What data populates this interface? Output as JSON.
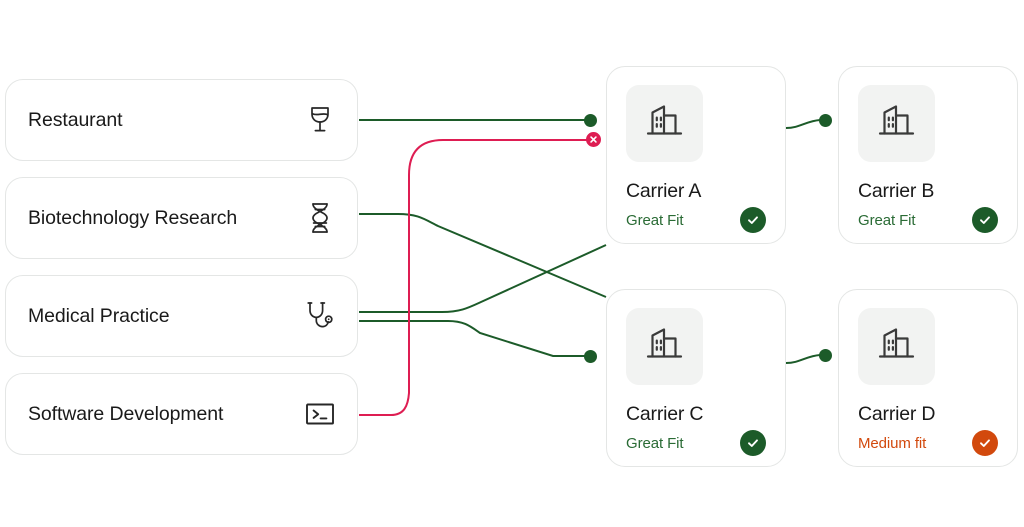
{
  "industries": {
    "items": [
      {
        "id": "restaurant",
        "label": "Restaurant",
        "icon": "wine-glass-icon"
      },
      {
        "id": "biotechnology-research",
        "label": "Biotechnology Research",
        "icon": "dna-icon"
      },
      {
        "id": "medical-practice",
        "label": "Medical Practice",
        "icon": "stethoscope-icon"
      },
      {
        "id": "software-development",
        "label": "Software Development",
        "icon": "terminal-icon"
      }
    ]
  },
  "carriers": {
    "items": [
      {
        "id": "carrier-a",
        "name": "Carrier A",
        "fit_label": "Great Fit",
        "fit_level": "great",
        "icon": "building-icon",
        "badge": "check-icon"
      },
      {
        "id": "carrier-b",
        "name": "Carrier B",
        "fit_label": "Great Fit",
        "fit_level": "great",
        "icon": "building-icon",
        "badge": "check-icon"
      },
      {
        "id": "carrier-c",
        "name": "Carrier C",
        "fit_label": "Great Fit",
        "fit_level": "great",
        "icon": "building-icon",
        "badge": "check-icon"
      },
      {
        "id": "carrier-d",
        "name": "Carrier D",
        "fit_label": "Medium fit",
        "fit_level": "medium",
        "icon": "building-icon",
        "badge": "check-icon"
      }
    ]
  },
  "connections": {
    "match_color": "#1c5b29",
    "reject_color": "#de1d52",
    "links": [
      {
        "id": "restaurant-to-carrier-a",
        "from": "restaurant",
        "to": "carrier-a",
        "state": "match",
        "endpoint": "dot"
      },
      {
        "id": "software-development-to-carrier-a",
        "from": "software-development",
        "to": "carrier-a",
        "state": "reject",
        "endpoint": "x"
      },
      {
        "id": "biotechnology-research-to-carrier-c",
        "from": "biotechnology-research",
        "to": "carrier-c",
        "state": "match",
        "endpoint": "edge"
      },
      {
        "id": "medical-practice-to-carrier-a",
        "from": "medical-practice",
        "to": "carrier-a",
        "state": "match",
        "endpoint": "edge"
      },
      {
        "id": "medical-practice-to-carrier-c",
        "from": "medical-practice",
        "to": "carrier-c",
        "state": "match",
        "endpoint": "dot"
      },
      {
        "id": "carrier-a-to-carrier-b",
        "from": "carrier-a",
        "to": "carrier-b",
        "state": "match",
        "endpoint": "dot"
      },
      {
        "id": "carrier-c-to-carrier-d",
        "from": "carrier-c",
        "to": "carrier-d",
        "state": "match",
        "endpoint": "dot"
      }
    ]
  }
}
